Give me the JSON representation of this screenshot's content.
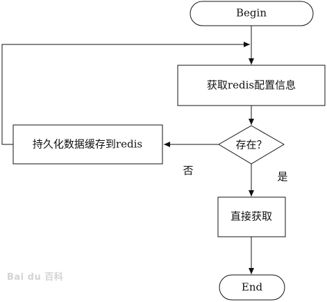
{
  "flowchart": {
    "start_label": "Begin",
    "get_config_label": "获取redis配置信息",
    "exists_label": "存在？",
    "persist_label": "持久化数据缓存到redis",
    "direct_get_label": "直接获取",
    "end_label": "End",
    "no_label": "否",
    "yes_label": "是"
  },
  "watermark": {
    "text": "Bai du 百科"
  },
  "colors": {
    "stroke": "#111111",
    "background": "#ffffff",
    "watermark": "#c9c9c9"
  }
}
